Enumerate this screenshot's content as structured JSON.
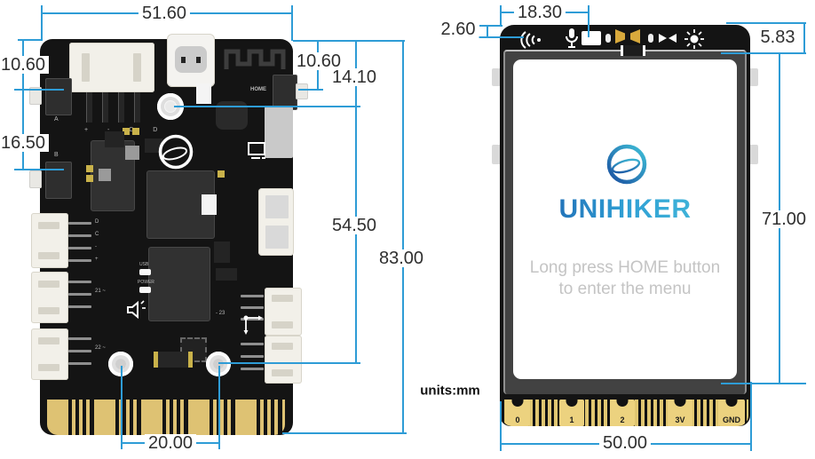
{
  "meta": {
    "units_label": "units:mm"
  },
  "colors": {
    "dimension_blue": "#2e9cd6",
    "board_black": "#141414",
    "gold_finger": "#dec273",
    "logo_blue_dark": "#1a57a8",
    "logo_blue_light": "#49c0dc",
    "screen_hint_gray": "#c4c4c4"
  },
  "back_view": {
    "dimensions": {
      "board_width": "51.60",
      "top_to_button_a": "10.60",
      "button_a_to_b": "16.50",
      "top_to_home": "10.60",
      "top_to_hole": "14.10",
      "hole_span": "54.50",
      "board_height": "83.00",
      "hole_spacing": "20.00"
    },
    "silkscreen": {
      "top_connector_pins": "+ - C D",
      "button_a": "A",
      "button_b": "B",
      "home_button": "HOME",
      "left_connector_pins": [
        "D",
        "C",
        "-",
        "+"
      ],
      "port_21": "21 ~",
      "port_22": "22 ~",
      "port_23": "- 23",
      "port_24": "- 24",
      "usb_led": "USB",
      "power_led": "POWER"
    }
  },
  "front_view": {
    "dimensions": {
      "left_edge_to_mic": "18.30",
      "bezel_top": "2.60",
      "top_to_display": "5.83",
      "display_height": "71.00",
      "board_width": "50.00"
    },
    "logo_text": "UNIHIKER",
    "screen_hint_line1": "Long press HOME button",
    "screen_hint_line2": "to enter the menu",
    "edge_pads": [
      "0",
      "1",
      "2",
      "3V",
      "GND"
    ]
  }
}
